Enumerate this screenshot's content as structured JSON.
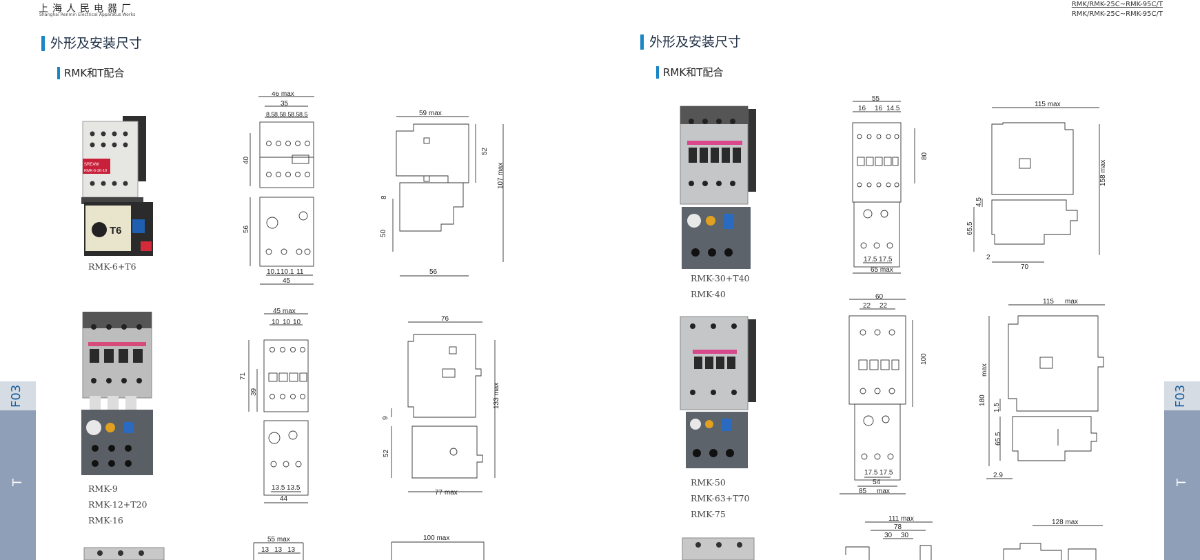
{
  "header": {
    "company_cn": "上海人民电器厂",
    "company_en": "Shanghai Renmin Electrical Apparatus Works",
    "models_line1": "RMK/RMK-25C~RMK-95C/T",
    "models_line2": "RMK/RMK-25C~RMK-95C/T"
  },
  "left_page": {
    "section_title": "外形及安装尺寸",
    "subsection_title": "RMK和T配合",
    "products": [
      {
        "models": [
          "RMK-6+T6"
        ],
        "photo_label_top": "SREAW",
        "photo_label_model": "RMK-6-30-10",
        "relay_label": "T6"
      },
      {
        "models": [
          "RMK-9",
          "RMK-12+T20",
          "RMK-16"
        ]
      }
    ],
    "drawings": {
      "d1_front": [
        "46 max",
        "35",
        "8.5",
        "8.5",
        "8.5",
        "8.5",
        "8.5",
        "40",
        "56",
        "10.1",
        "10.1",
        "11",
        "45"
      ],
      "d1_side": [
        "59 max",
        "52",
        "107 max",
        "8",
        "50",
        "56"
      ],
      "d2_front": [
        "45 max",
        "10",
        "10",
        "10",
        "71",
        "39",
        "13.5",
        "13.5",
        "44"
      ],
      "d2_side": [
        "76",
        "133 max",
        "9",
        "52",
        "77 max"
      ],
      "d3_front": [
        "55 max",
        "13",
        "13",
        "13"
      ],
      "d3_side": [
        "100 max"
      ]
    },
    "side_tab": {
      "code": "F03",
      "letter": "T"
    }
  },
  "right_page": {
    "section_title": "外形及安装尺寸",
    "subsection_title": "RMK和T配合",
    "products": [
      {
        "models": [
          "RMK-30+T40",
          "RMK-40"
        ]
      },
      {
        "models": [
          "RMK-50",
          "RMK-63+T70",
          "RMK-75"
        ]
      }
    ],
    "drawings": {
      "d1_front": [
        "55",
        "16",
        "16",
        "14.5",
        "80",
        "17.5",
        "17.5",
        "65 max"
      ],
      "d1_side": [
        "115 max",
        "158 max",
        "4.5",
        "65.5",
        "2",
        "70"
      ],
      "d2_front": [
        "60",
        "22",
        "22",
        "100",
        "17.5",
        "17.5",
        "54",
        "85",
        "max"
      ],
      "d2_side": [
        "115",
        "max",
        "180",
        "max",
        "1.5",
        "65.5",
        "2.9"
      ],
      "d3_front": [
        "111 max",
        "78",
        "30",
        "30"
      ],
      "d3_side": [
        "128 max"
      ]
    },
    "side_tab": {
      "code": "F03",
      "letter": "T"
    }
  },
  "colors": {
    "accent_blue": "#1a86c5",
    "tab_body": "#8f9fb7",
    "tab_head": "#d6dce4",
    "tab_code_text": "#1a5fa0"
  }
}
